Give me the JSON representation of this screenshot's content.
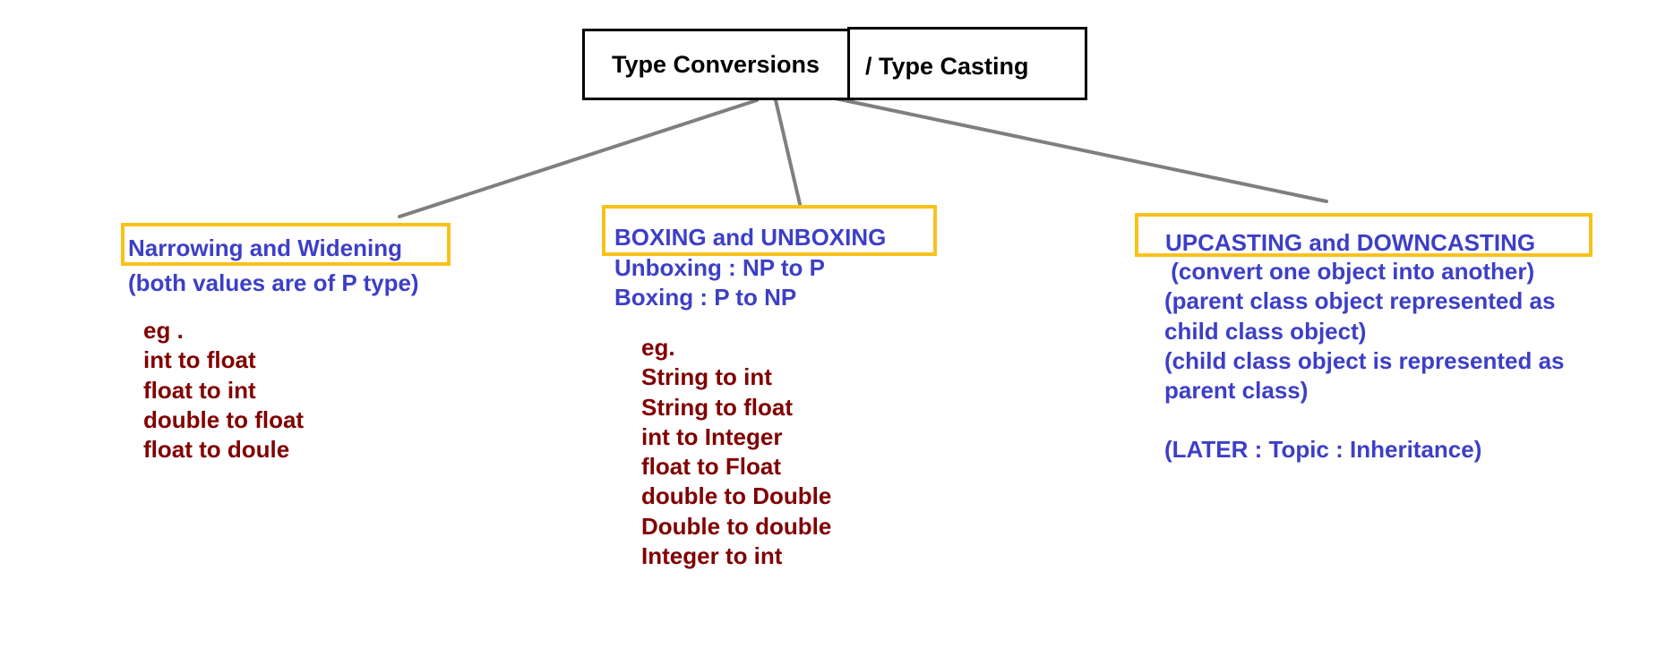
{
  "root": {
    "left_label": "Type Conversions",
    "right_label": "/ Type Casting"
  },
  "branches": {
    "narrowing": {
      "title": "Narrowing and Widening",
      "description": "(both values are of P type)",
      "examples": [
        "eg .",
        "int to float",
        "float to int",
        "double to float",
        "float to doule"
      ]
    },
    "boxing": {
      "title": "BOXING and UNBOXING",
      "description": [
        "Unboxing : NP to P",
        "Boxing : P to NP"
      ],
      "examples": [
        "eg.",
        "String to int",
        "String to float",
        "int to Integer",
        "float to Float",
        "double to Double",
        "Double to double",
        "Integer to int"
      ]
    },
    "upcasting": {
      "title": "UPCASTING and DOWNCASTING",
      "description": [
        " (convert one object into another)",
        "(parent class object represented as",
        "child class object)",
        "(child class object is represented as",
        "parent class)",
        "",
        "(LATER : Topic : Inheritance)"
      ]
    }
  },
  "colors": {
    "root_border": "#000000",
    "node_border": "#f9c11a",
    "heading_text": "#3d3fc6",
    "example_text": "#800000",
    "connector": "#7f7f7f"
  }
}
